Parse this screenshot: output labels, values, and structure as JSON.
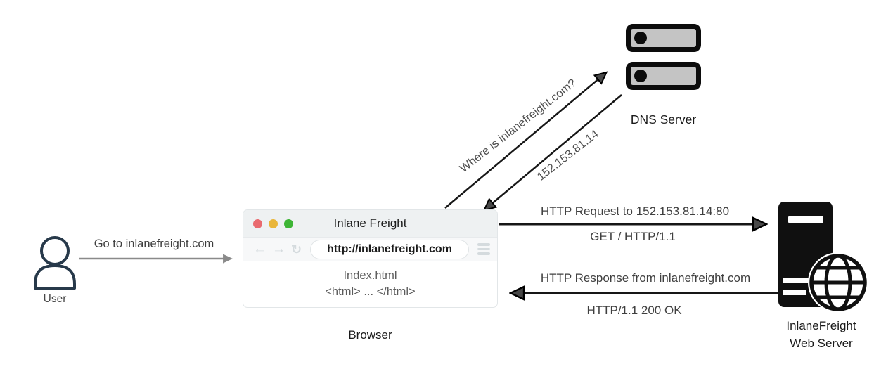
{
  "diagram": {
    "user": {
      "label": "User",
      "goto_label": "Go to inlanefreight.com"
    },
    "browser": {
      "title": "Inlane Freight",
      "url": "http://inlanefreight.com",
      "content_line1": "Index.html",
      "content_line2": "<html> ... </html>",
      "caption": "Browser"
    },
    "dns": {
      "label": "DNS Server",
      "query_label": "Where is inlanefreight.com?",
      "answer_label": "152.153.81.14"
    },
    "server": {
      "request_title": "HTTP Request to 152.153.81.14:80",
      "request_detail": "GET / HTTP/1.1",
      "response_title": "HTTP Response from inlanefreight.com",
      "response_detail": "HTTP/1.1 200 OK",
      "name_line1": "InlaneFreight",
      "name_line2": "Web Server"
    }
  },
  "colors": {
    "traffic_red": "#e96a6f",
    "traffic_yellow": "#e9b63a",
    "traffic_green": "#3db535",
    "arrow_black": "#161616",
    "arrow_gray": "#8a8a8a",
    "user_icon": "#27394a",
    "titlebar_bg": "#eef1f2",
    "dns_fill": "#c4c4c4",
    "tower_fill": "#101010"
  }
}
